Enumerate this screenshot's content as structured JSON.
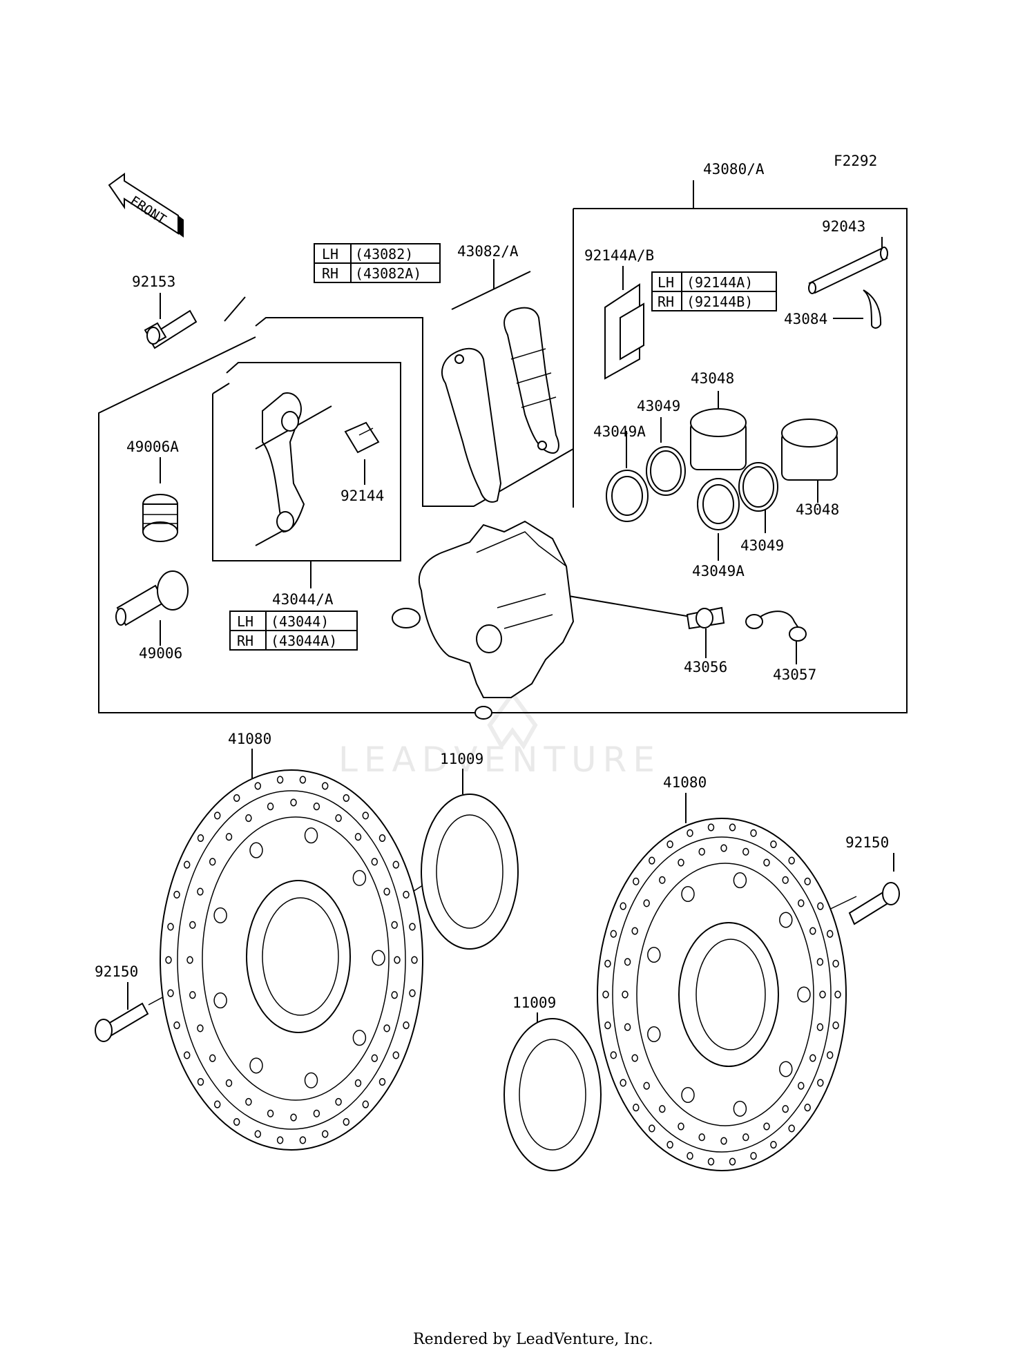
{
  "figure_code": "F2292",
  "front_arrow": "FRONT",
  "watermark": "LEADVENTURE",
  "footer": "Rendered by LeadVenture, Inc.",
  "labels": {
    "p43080A": "43080/A",
    "p92043": "92043",
    "p43084": "43084",
    "p92144AB": "92144A/B",
    "p43082A": "43082/A",
    "p92153": "92153",
    "p49006A": "49006A",
    "p49006": "49006",
    "p92144": "92144",
    "p43044A": "43044/A",
    "p43048a": "43048",
    "p43049a": "43049",
    "p43049Aa": "43049A",
    "p43048b": "43048",
    "p43049b": "43049",
    "p43049Ab": "43049A",
    "p43056": "43056",
    "p43057": "43057",
    "p41080a": "41080",
    "p11009a": "11009",
    "p41080b": "41080",
    "p92150a": "92150",
    "p92150b": "92150",
    "p11009b": "11009"
  },
  "tables": {
    "pads": [
      {
        "side": "LH",
        "part": "(43082)"
      },
      {
        "side": "RH",
        "part": "(43082A)"
      }
    ],
    "shims": [
      {
        "side": "LH",
        "part": "(92144A)"
      },
      {
        "side": "RH",
        "part": "(92144B)"
      }
    ],
    "bracket": [
      {
        "side": "LH",
        "part": "(43044)"
      },
      {
        "side": "RH",
        "part": "(43044A)"
      }
    ]
  }
}
